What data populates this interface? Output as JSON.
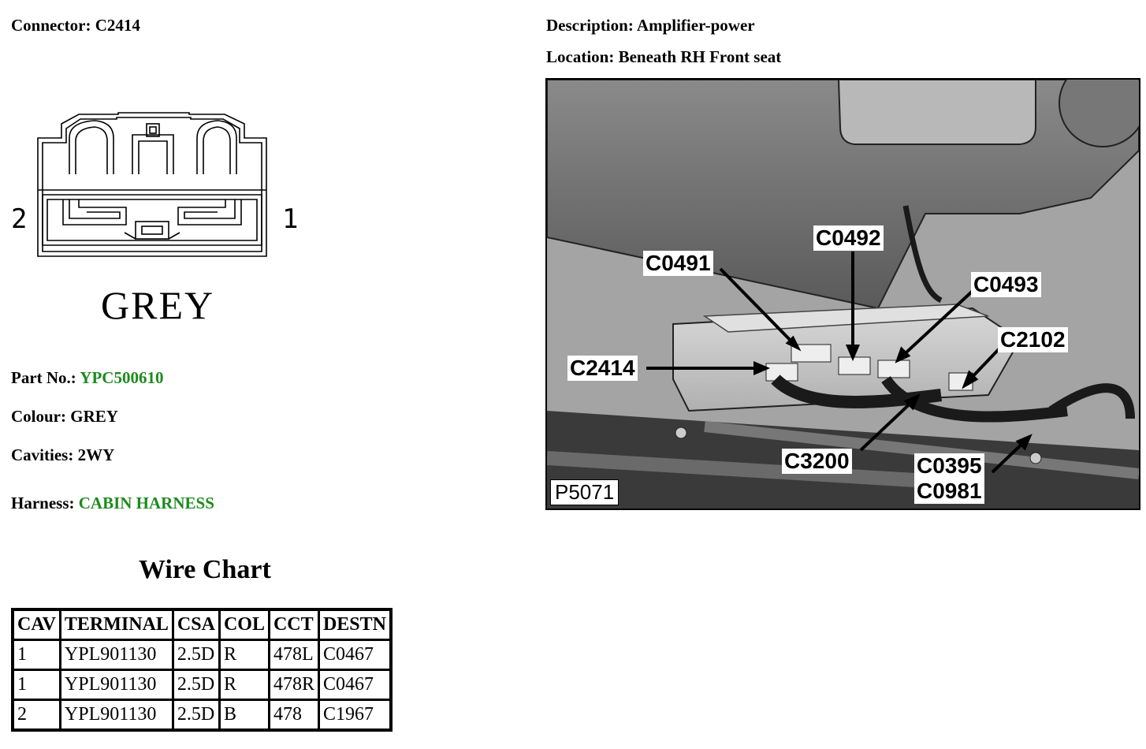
{
  "header": {
    "connector_label": "Connector:",
    "connector_value": "C2414",
    "description_label": "Description:",
    "description_value": "Amplifier-power",
    "location_label": "Location:",
    "location_value": "Beneath RH Front seat"
  },
  "connector_diagram": {
    "pin_left": "2",
    "pin_right": "1",
    "colour_word": "GREY"
  },
  "details": {
    "part_no_label": "Part No.:",
    "part_no_value": "YPC500610",
    "colour_label": "Colour:",
    "colour_value": "GREY",
    "cavities_label": "Cavities:",
    "cavities_value": "2WY",
    "harness_label": "Harness:",
    "harness_value": "CABIN HARNESS",
    "link_color": "#1e8a1e"
  },
  "wire_chart": {
    "title": "Wire Chart",
    "columns": [
      "CAV",
      "TERMINAL",
      "CSA",
      "COL",
      "CCT",
      "DESTN"
    ],
    "rows": [
      [
        "1",
        "YPL901130",
        "2.5D",
        "R",
        "478L",
        "C0467"
      ],
      [
        "1",
        "YPL901130",
        "2.5D",
        "R",
        "478R",
        "C0467"
      ],
      [
        "2",
        "YPL901130",
        "2.5D",
        "B",
        "478",
        "C1967"
      ]
    ]
  },
  "photo": {
    "picture_number": "P5071",
    "callouts": [
      "C0491",
      "C0492",
      "C0493",
      "C2102",
      "C2414",
      "C3200",
      "C0395",
      "C0981"
    ]
  }
}
